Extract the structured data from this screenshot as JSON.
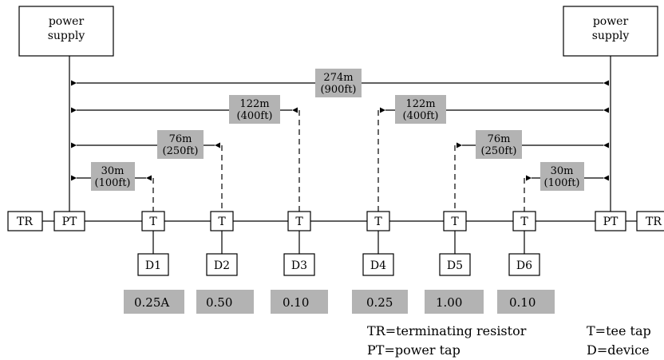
{
  "power_supplies": [
    {
      "line1": "power",
      "line2": "supply"
    },
    {
      "line1": "power",
      "line2": "supply"
    }
  ],
  "dimensions": [
    {
      "metric": "274m",
      "imperial": "(900ft)"
    },
    {
      "metric": "122m",
      "imperial": "(400ft)"
    },
    {
      "metric": "122m",
      "imperial": "(400ft)"
    },
    {
      "metric": "76m",
      "imperial": "(250ft)"
    },
    {
      "metric": "76m",
      "imperial": "(250ft)"
    },
    {
      "metric": "30m",
      "imperial": "(100ft)"
    },
    {
      "metric": "30m",
      "imperial": "(100ft)"
    }
  ],
  "trunk": {
    "tr_left": "TR",
    "pt_left": "PT",
    "taps": [
      "T",
      "T",
      "T",
      "T",
      "T",
      "T"
    ],
    "pt_right": "PT",
    "tr_right": "TR"
  },
  "devices": [
    "D1",
    "D2",
    "D3",
    "D4",
    "D5",
    "D6"
  ],
  "currents": [
    "0.25A",
    "0.50",
    "0.10",
    "0.25",
    "1.00",
    "0.10"
  ],
  "legend": {
    "tr": "TR=terminating resistor",
    "pt": "PT=power tap",
    "t": "T=tee tap",
    "d": "D=device"
  }
}
